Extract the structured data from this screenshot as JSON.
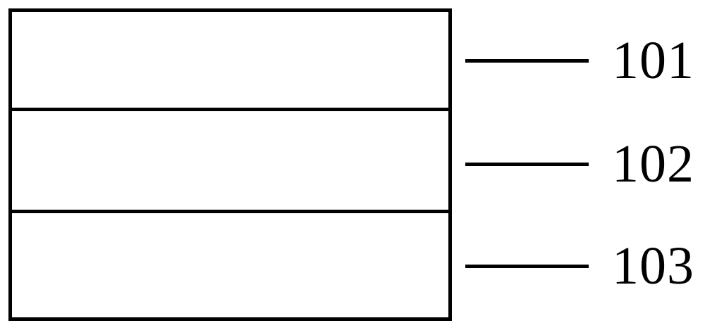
{
  "figure": {
    "type": "layered-cross-section-diagram",
    "background_color": "#ffffff",
    "line_color": "#000000",
    "layers": [
      {
        "id": "layer-101",
        "fill": "#ffffff",
        "label": "101"
      },
      {
        "id": "layer-102",
        "fill": "#ffffff",
        "label": "102"
      },
      {
        "id": "layer-103",
        "fill": "#ffffff",
        "label": "103"
      }
    ],
    "callouts": [
      {
        "label": "101",
        "leader": "horizontal-leader-line"
      },
      {
        "label": "102",
        "leader": "horizontal-leader-line"
      },
      {
        "label": "103",
        "leader": "horizontal-leader-line"
      }
    ]
  }
}
